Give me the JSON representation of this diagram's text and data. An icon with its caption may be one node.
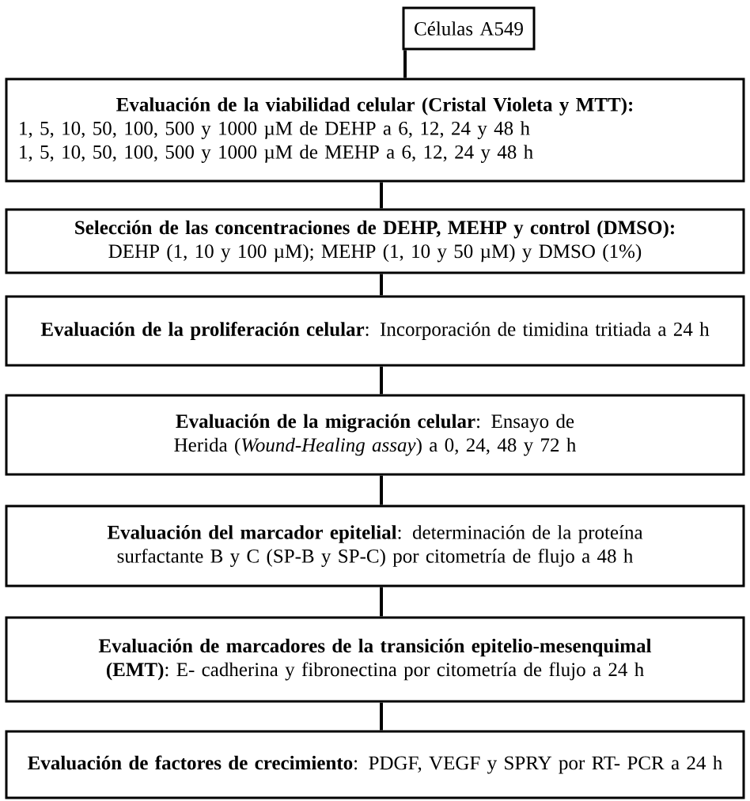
{
  "diagram": {
    "nodes": [
      {
        "text": [
          "Células A549"
        ]
      },
      {
        "text": [
          "Evaluación de la viabilidad celular (Cristal Violeta y MTT):",
          "1, 5, 10, 50, 100, 500 y 1000 µM de DEHP a 6, 12, 24 y 48 h",
          "1, 5, 10, 50, 100, 500 y 1000 µM de MEHP a 6, 12, 24 y 48 h"
        ]
      },
      {
        "text": [
          "Selección de las concentraciones de DEHP, MEHP y control (DMSO):",
          "DEHP (1, 10 y 100 µM); MEHP (1, 10 y 50 µM) y DMSO (1%)"
        ]
      },
      {
        "text": [
          "**Evaluación de la proliferación celular**: Incorporación de timidina tritiada a 24 h"
        ]
      },
      {
        "text": [
          "**Evaluación de la migración celular**: Ensayo de Herida (*Wound-Healing assay*) a 0, 24, 48 y 72 h"
        ]
      },
      {
        "text": [
          "**Evaluación del marcador epitelial**: determinación de la proteína surfactante B y C (SP-B y SP-C) por citometría de flujo a 48 h"
        ]
      },
      {
        "text": [
          "**Evaluación de marcadores de la transición epitelio-mesenquimal (EMT)**: E- cadherina y fibronectina por citometría de flujo a 24 h"
        ]
      },
      {
        "text": [
          "**Evaluación de factores de crecimiento**: PDGF, VEGF y SPRY por RT- PCR a 24 h"
        ]
      }
    ],
    "edges": [
      {
        "from": 0,
        "to": 1,
        "arrow": "none"
      },
      {
        "from": 1,
        "to": 2,
        "arrow": "none"
      },
      {
        "from": 2,
        "to": 3,
        "arrow": "none"
      },
      {
        "from": 3,
        "to": 4,
        "arrow": "none"
      },
      {
        "from": 4,
        "to": 5,
        "arrow": "none"
      },
      {
        "from": 5,
        "to": 6,
        "arrow": "none"
      },
      {
        "from": 6,
        "to": 7,
        "arrow": "none"
      }
    ]
  }
}
